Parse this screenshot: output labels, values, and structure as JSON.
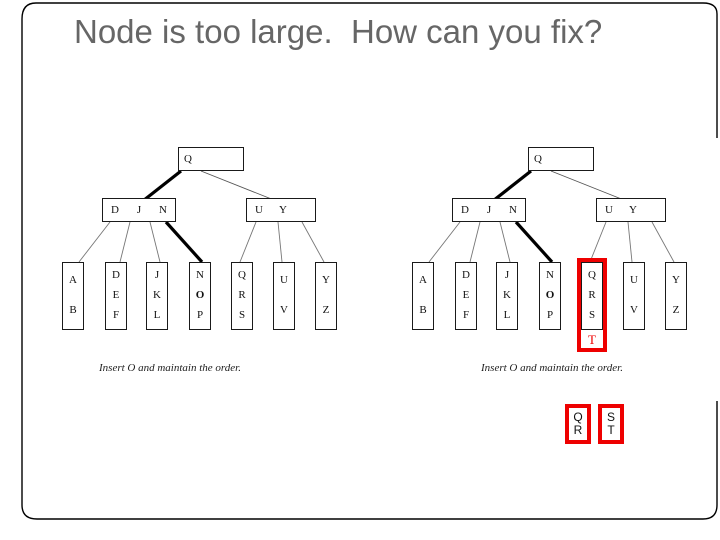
{
  "slide": {
    "title": "Node is too large.  How can you fix?",
    "title_color": "#666666",
    "frame_color": "#000000",
    "background": "#ffffff",
    "highlight_color": "#ee0000"
  },
  "diagrams": [
    {
      "id": "before",
      "caption": "Insert O and maintain the order.",
      "root": {
        "keys": [
          "Q"
        ]
      },
      "internal": [
        {
          "keys": [
            "D",
            "J",
            "N"
          ]
        },
        {
          "keys": [
            "U",
            "Y"
          ]
        }
      ],
      "leaves": [
        {
          "keys": [
            "A",
            "B"
          ],
          "bold": []
        },
        {
          "keys": [
            "D",
            "E",
            "F"
          ],
          "bold": []
        },
        {
          "keys": [
            "J",
            "K",
            "L"
          ],
          "bold": []
        },
        {
          "keys": [
            "N",
            "O",
            "P"
          ],
          "bold": [
            "O"
          ]
        },
        {
          "keys": [
            "Q",
            "R",
            "S"
          ],
          "bold": []
        },
        {
          "keys": [
            "U",
            "V"
          ],
          "bold": []
        },
        {
          "keys": [
            "Y",
            "Z"
          ],
          "bold": []
        }
      ]
    },
    {
      "id": "after",
      "caption": "Insert O and maintain the order.",
      "root": {
        "keys": [
          "Q"
        ]
      },
      "internal": [
        {
          "keys": [
            "D",
            "J",
            "N"
          ]
        },
        {
          "keys": [
            "U",
            "Y"
          ]
        }
      ],
      "leaves": [
        {
          "keys": [
            "A",
            "B"
          ],
          "bold": []
        },
        {
          "keys": [
            "D",
            "E",
            "F"
          ],
          "bold": []
        },
        {
          "keys": [
            "J",
            "K",
            "L"
          ],
          "bold": []
        },
        {
          "keys": [
            "N",
            "O",
            "P"
          ],
          "bold": [
            "O"
          ]
        },
        {
          "keys": [
            "Q",
            "R",
            "S"
          ],
          "bold": []
        },
        {
          "keys": [
            "U",
            "V"
          ],
          "bold": []
        },
        {
          "keys": [
            "Y",
            "Z"
          ],
          "bold": []
        }
      ],
      "overflow": {
        "highlighted_leaf_keys": [
          "Q",
          "R",
          "S"
        ],
        "added_key": "T"
      }
    }
  ],
  "split_result": {
    "label": "split-nodes",
    "boxes": [
      {
        "keys": [
          "Q",
          "R"
        ]
      },
      {
        "keys": [
          "S",
          "T"
        ]
      }
    ]
  }
}
